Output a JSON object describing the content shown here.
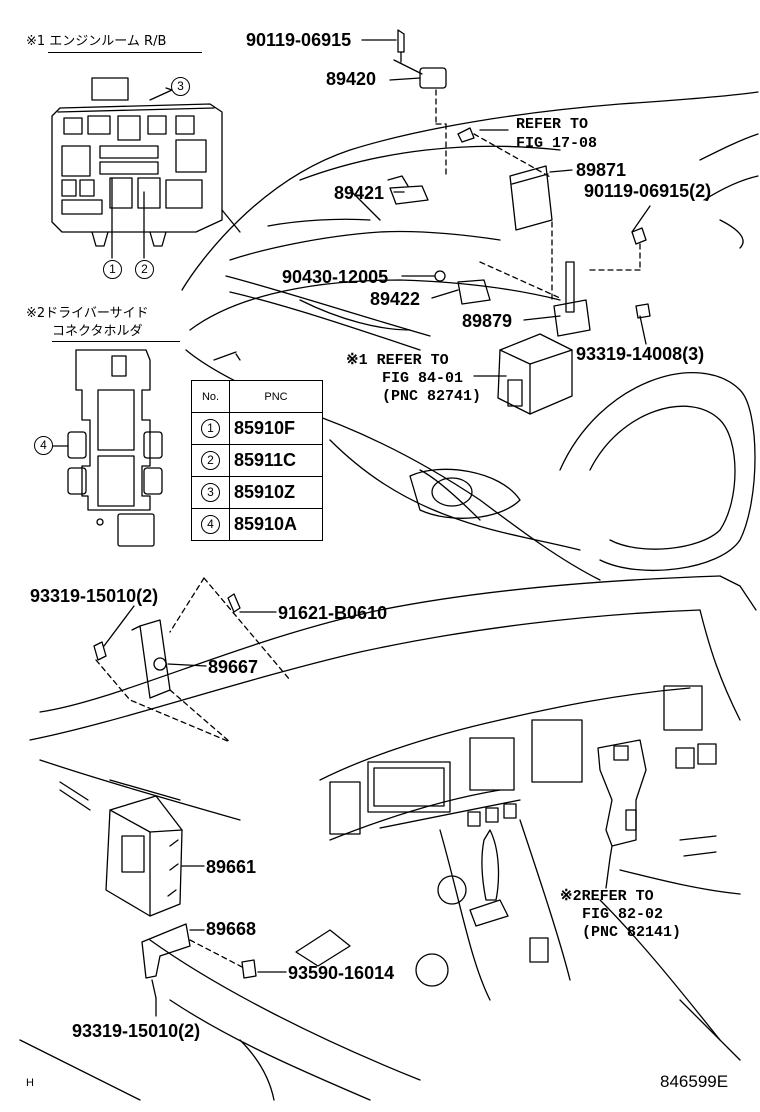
{
  "notes": {
    "note1_title": "※1 エンジンルーム R/B",
    "note2_title_line1": "※2ドライバーサイド",
    "note2_title_line2": "コネクタホルダ"
  },
  "callouts": {
    "c1": "1",
    "c2": "2",
    "c3": "3",
    "c4": "4"
  },
  "pnc_table": {
    "header_no": "No.",
    "header_pnc": "PNC",
    "rows": [
      {
        "no": "1",
        "pnc": "85910F"
      },
      {
        "no": "2",
        "pnc": "85911C"
      },
      {
        "no": "3",
        "pnc": "85910Z"
      },
      {
        "no": "4",
        "pnc": "85910A"
      }
    ]
  },
  "parts": {
    "p_90119_06915": "90119-06915",
    "p_89420": "89420",
    "refer_17_08_l1": "REFER TO",
    "refer_17_08_l2": "FIG 17-08",
    "p_89871": "89871",
    "p_90119_06915_2": "90119-06915(2)",
    "p_89421": "89421",
    "p_90430_12005": "90430-12005",
    "p_89422": "89422",
    "p_89879": "89879",
    "refer_84_01_l1": "※1 REFER TO",
    "refer_84_01_l2": "FIG 84-01",
    "refer_84_01_l3": "(PNC 82741)",
    "p_93319_14008_3": "93319-14008(3)",
    "p_93319_15010_2_top": "93319-15010(2)",
    "p_91621_b0610": "91621-B0610",
    "p_89667": "89667",
    "p_89661": "89661",
    "p_89668": "89668",
    "p_93590_16014": "93590-16014",
    "p_93319_15010_2_bot": "93319-15010(2)",
    "refer_82_02_l1": "※2REFER TO",
    "refer_82_02_l2": "FIG 82-02",
    "refer_82_02_l3": "(PNC 82141)"
  },
  "footer": {
    "left_mark": "H",
    "figure_code": "846599E"
  }
}
